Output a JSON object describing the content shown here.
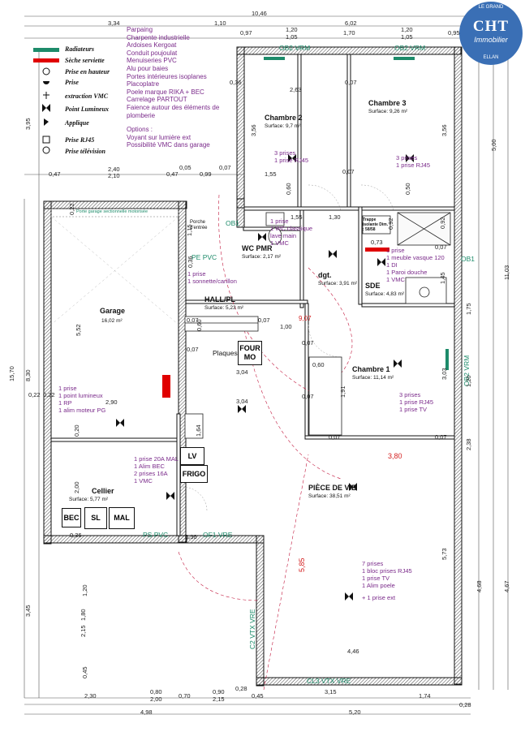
{
  "legend": [
    {
      "icon": "radiator-icon",
      "label": "Radiateurs"
    },
    {
      "icon": "towel-dryer-icon",
      "label": "Sèche serviette"
    },
    {
      "icon": "high-socket-icon",
      "label": "Prise en hauteur"
    },
    {
      "icon": "socket-icon",
      "label": "Prise"
    },
    {
      "icon": "vmc-icon",
      "label": "extraction VMC"
    },
    {
      "icon": "light-point-icon",
      "label": "Point Lumineux"
    },
    {
      "icon": "wall-light-icon",
      "label": "Applique"
    },
    {
      "icon": "rj45-icon",
      "label": "Prise RJ45"
    },
    {
      "icon": "tv-socket-icon",
      "label": "Prise télévision"
    }
  ],
  "specs": [
    "Parpaing",
    "Charpente industrielle",
    "Ardoises Kergoat",
    "Conduit poujoulat",
    "Menuiseries PVC",
    "Alu pour baies",
    "Portes intérieures isoplanes",
    "Placoplatre",
    "Poele marque RIKA + BEC",
    "Carrelage PARTOUT",
    "Faience autour des éléments de",
    "plomberie",
    "",
    "Options :",
    "Voyant sur lumière ext",
    "Possibilité VMC dans garage"
  ],
  "logo": {
    "top": "LE GRAND",
    "name": "CHT",
    "sub": "Immobilier",
    "ring": "ELLAN"
  },
  "rooms": [
    {
      "id": "chambre2",
      "name": "Chambre 2",
      "surface": "Surface: 9,7 m²"
    },
    {
      "id": "chambre3",
      "name": "Chambre 3",
      "surface": "Surface: 9,26 m²"
    },
    {
      "id": "wc",
      "name": "WC PMR",
      "surface": "Surface: 2,17 m²"
    },
    {
      "id": "dgt",
      "name": "dgt.",
      "surface": "Surface: 3,91 m²"
    },
    {
      "id": "sde",
      "name": "SDE",
      "surface": "Surface: 4,83 m²"
    },
    {
      "id": "hall",
      "name": "HALL/PL",
      "surface": "Surface: 5,23 m²"
    },
    {
      "id": "garage",
      "name": "Garage",
      "surface": "16,02 m²"
    },
    {
      "id": "chambre1",
      "name": "Chambre 1",
      "surface": "Surface: 11,14 m²"
    },
    {
      "id": "cellier",
      "name": "Cellier",
      "surface": "Surface: 5,77 m²"
    },
    {
      "id": "piece",
      "name": "PIÈCE DE VIE",
      "surface": "Surface: 38,51 m²"
    }
  ],
  "fixtures": {
    "plaques": "Plaques",
    "four": "FOUR MO",
    "lv": "LV",
    "frigo": "FRIGO",
    "bec": "BEC",
    "sl": "SL",
    "mal": "MAL",
    "porche": "Porche d'entrée",
    "trappe": "Trappe isolante Dim. : 58/58",
    "porte_garage": "Porte garage sectionnelle motorisée"
  },
  "openings": [
    "OB2 VRM",
    "OB2 VRM",
    "OB1",
    "OB1",
    "PE PVC",
    "OB2 VRM",
    "PS PVC",
    "OF1 VRE",
    "C2 VTX VRE",
    "CL3 VTX VRE"
  ],
  "notes": {
    "chambre2": [
      "3 prises",
      "1 prise RJ45"
    ],
    "chambre3": [
      "3 prises",
      "1 prise RJ45"
    ],
    "wc": [
      "1 prise",
      "1 WC classique",
      "lave main",
      "1 VMC"
    ],
    "sde": [
      "1 prise",
      "1 meuble vasque 120",
      "1 DI",
      "1 Paroi douche",
      "1 VMC"
    ],
    "hall": [
      "1 prise",
      "1 sonnette/carillon"
    ],
    "garage": [
      "1 prise",
      "1 point lumineux",
      "1 RP",
      "1 alim moteur PG"
    ],
    "chambre1": [
      "3 prises",
      "1 prise RJ45",
      "1 prise TV"
    ],
    "cellier": [
      "1 prise 20A MAL",
      "1 Alim BEC",
      "2 prises 16A",
      "1 VMC"
    ],
    "piece": [
      "7 prises",
      "1 bloc prises RJ45",
      "1 prise TV",
      "1 Alim poele",
      "",
      "+ 1 prise ext"
    ]
  },
  "dims_top": [
    "10,46",
    "3,34",
    "1,10",
    "6,02",
    "0,97",
    "1,20",
    "1,05",
    "1,70",
    "1,20",
    "1,05",
    "0,95"
  ],
  "dims_mid": [
    "0,47",
    "2,40",
    "2,10",
    "0,47",
    "0,05",
    "0,99",
    "0,07"
  ],
  "dims_bottom": [
    "2,30",
    "0,80",
    "2,00",
    "0,70",
    "0,90",
    "2,15",
    "0,45",
    "3,15",
    "1,74",
    "4,98",
    "5,20",
    "0,28",
    "0,28",
    "4,46"
  ],
  "dims_left": [
    "3,95",
    "15,70",
    "8,30",
    "0,22",
    "3,45",
    "2,15",
    "1,80",
    "0,45"
  ],
  "dims_right": [
    "5,00",
    "11,03",
    "4,67",
    "4,68"
  ],
  "dims_inner": [
    "2,63",
    "0,07",
    "0,36",
    "3,56",
    "1,55",
    "0,60",
    "1,30",
    "0,92",
    "0,50",
    "0,73",
    "1,55",
    "0,07",
    "3,56",
    "1,75",
    "1,20",
    "2,38",
    "5,73",
    "3,03",
    "3,04",
    "3,04",
    "0,60",
    "1,91",
    "0,07",
    "0,07",
    "0,07",
    "0,07",
    "1,45",
    "0,92",
    "5,52",
    "2,90",
    "0,22",
    "0,20",
    "1,64",
    "2,00",
    "0,36",
    "0,36",
    "1,20",
    "0,07",
    "0,07",
    "1,00",
    "0,60",
    "0,07",
    "0,07",
    "0,22",
    "1,15",
    "0,36"
  ],
  "red_dims": [
    "3,80",
    "5,85",
    "9,07"
  ]
}
